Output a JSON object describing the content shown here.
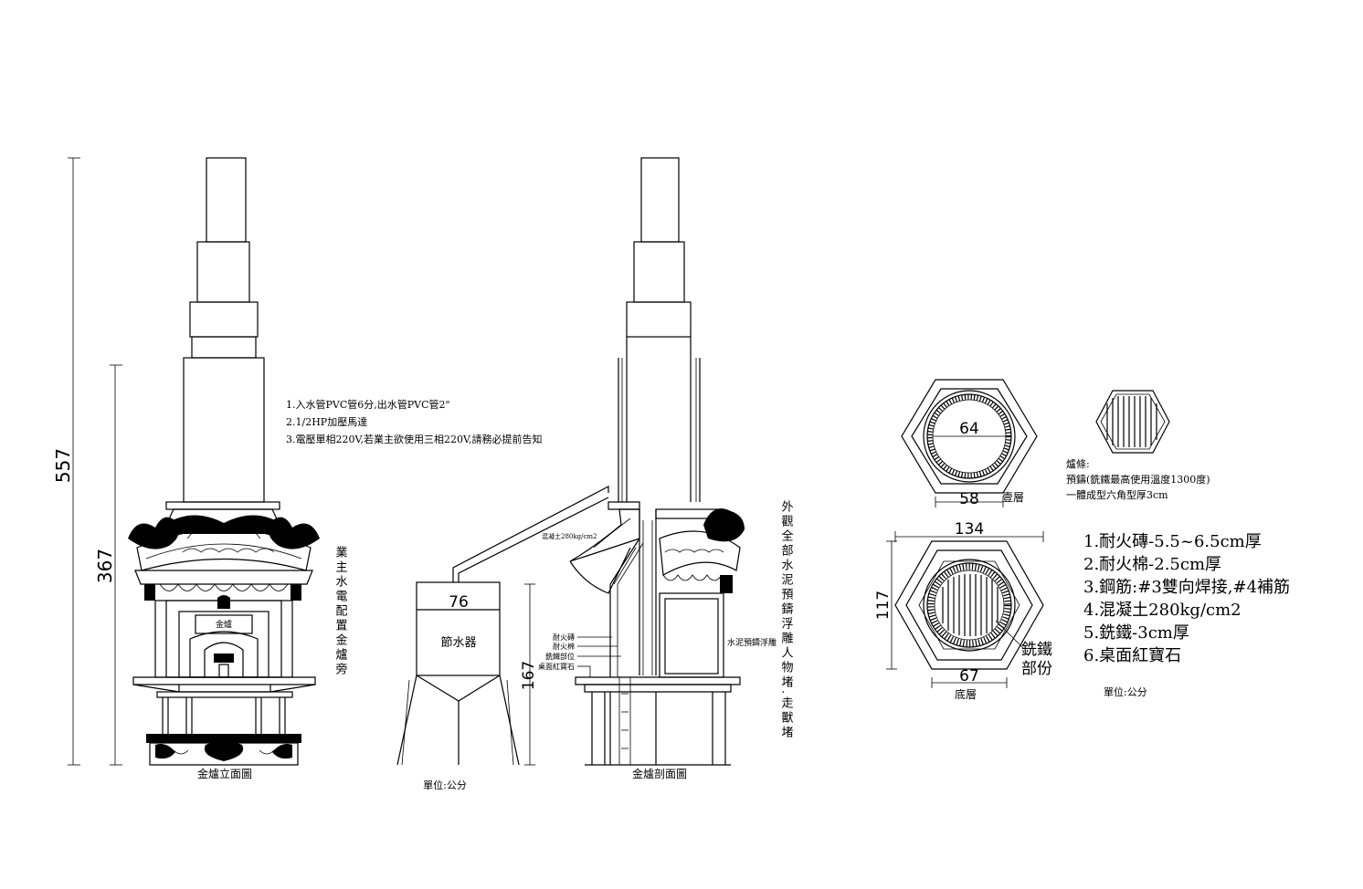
{
  "colors": {
    "ink": "#000000",
    "paper": "#ffffff"
  },
  "elevation": {
    "dim_total": "557",
    "dim_body": "367",
    "caption": "金爐立面圖",
    "side_note": "業主水電配置金爐旁",
    "plaque": "金爐"
  },
  "notes": [
    "1.入水管PVC管6分,出水管PVC管2\"",
    "2.1/2HP加壓馬達",
    "3.電壓單相220V,若業主欲使用三相220V,請務必提前告知"
  ],
  "tank": {
    "dim_width": "76",
    "dim_height": "167",
    "label": "節水器",
    "unit": "單位:公分"
  },
  "section": {
    "caption": "金爐剖面圖",
    "concrete": "混凝土280kg/cm2",
    "layers": [
      "耐火磚",
      "耐火棉",
      "銑鐵部位",
      "桌面紅寶石"
    ],
    "relief": "水泥預鑄浮雕",
    "side_note": "外觀全部水泥預鑄浮雕人物堵.走獸堵"
  },
  "plan_top": {
    "dim_inner": "64",
    "dim_bottom": "58",
    "label": "壹層"
  },
  "grate": {
    "title": "爐條:",
    "line1": "預鑄(銑鐵最高使用溫度1300度)",
    "line2": "一體成型六角型厚3cm"
  },
  "plan_base": {
    "dim_width": "134",
    "dim_height": "117",
    "dim_bottom": "67",
    "label": "底層",
    "callout_1": "銑鐵",
    "callout_2": "部份"
  },
  "specs": [
    "1.耐火磚-5.5~6.5cm厚",
    "2.耐火棉-2.5cm厚",
    "3.鋼筋:#3雙向焊接,#4補筋",
    "4.混凝土280kg/cm2",
    "5.銑鐵-3cm厚",
    "6.桌面紅寶石"
  ],
  "unit": "單位:公分"
}
